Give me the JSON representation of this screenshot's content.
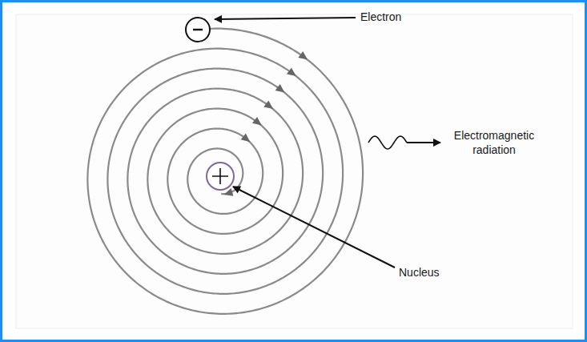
{
  "diagram": {
    "labels": [
      "Electron",
      "Electromagnetic radiation",
      "Nucleus"
    ]
  }
}
